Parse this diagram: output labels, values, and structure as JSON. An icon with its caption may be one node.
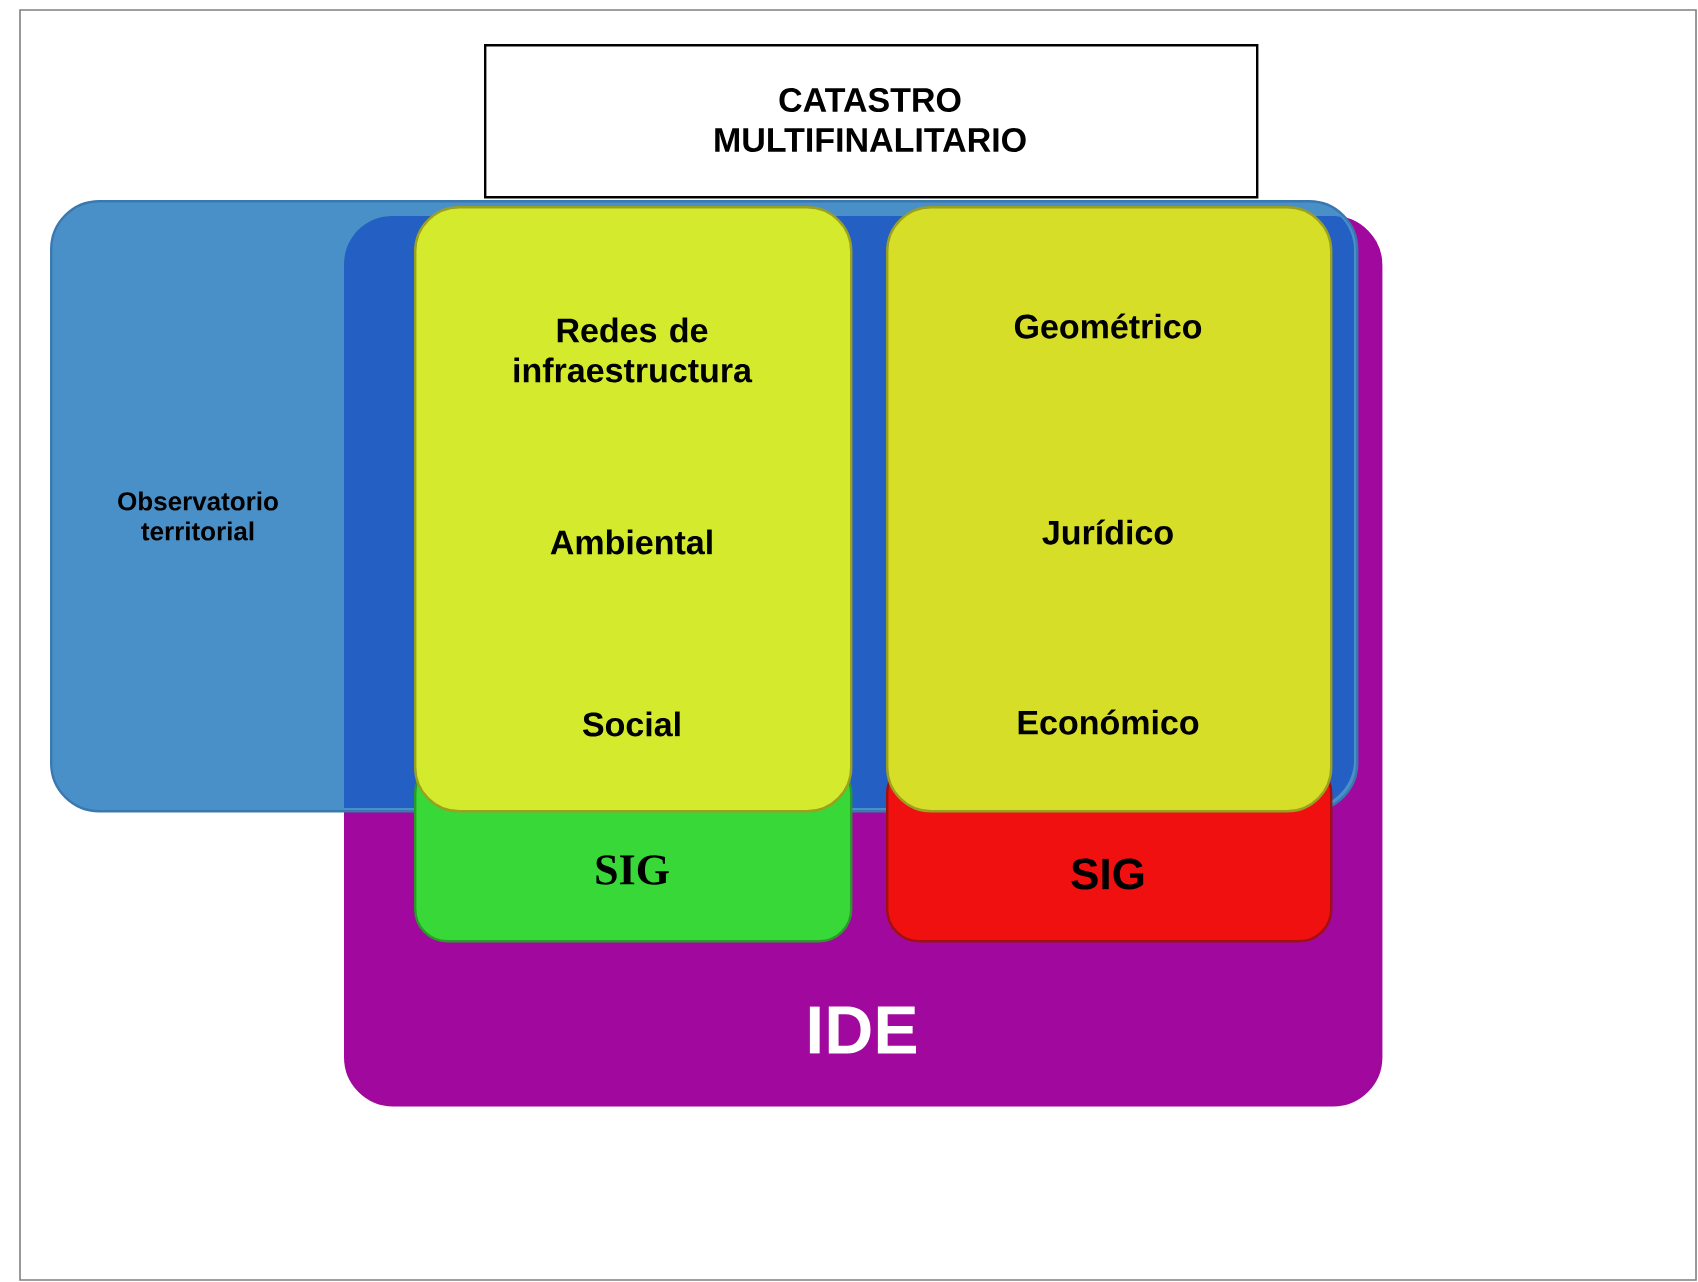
{
  "diagram": {
    "nodes": [
      {
        "text": [
          "CATASTRO MULTIFINALITARIO"
        ]
      },
      {
        "text": [
          "IDE"
        ]
      },
      {
        "text": [
          "Observatorio territorial"
        ]
      },
      {
        "text": [
          "Redes de infraestructura",
          "Ambiental",
          "Social"
        ]
      },
      {
        "text": [
          "Geométrico",
          "Jurídico",
          "Económico"
        ]
      },
      {
        "text": [
          "SIG"
        ],
        "in": 1
      },
      {
        "text": [
          "SIG"
        ],
        "in": 1
      }
    ]
  }
}
